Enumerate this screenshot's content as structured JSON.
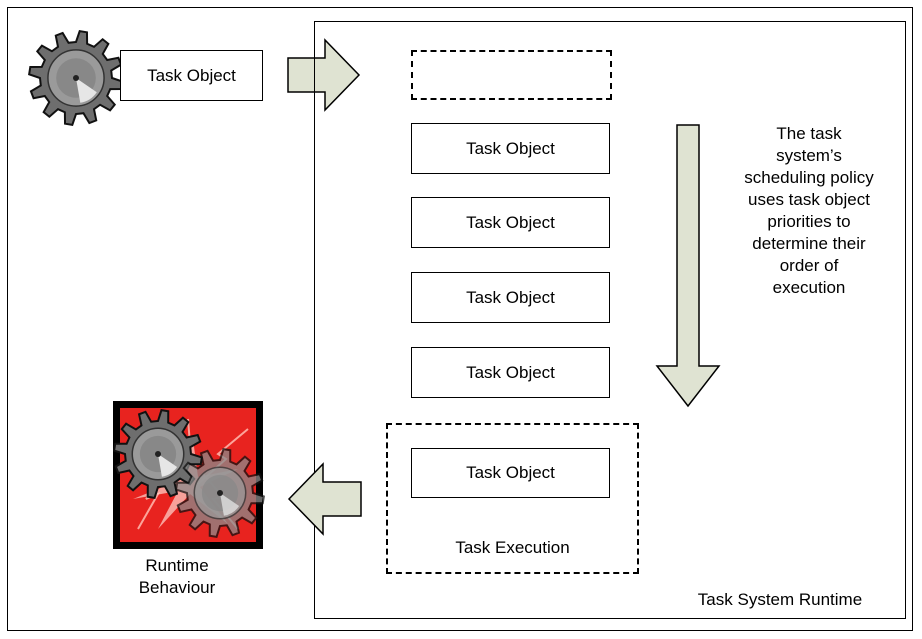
{
  "incoming": {
    "label": "Task Object"
  },
  "runtime": {
    "caption": "Task System Runtime",
    "queue": [
      {
        "label": "Task Object"
      },
      {
        "label": "Task Object"
      },
      {
        "label": "Task Object"
      },
      {
        "label": "Task Object"
      }
    ],
    "policy_note": "The task system’s scheduling policy uses task object priorities to determine their order of execution",
    "execution": {
      "task_label": "Task Object",
      "caption": "Task Execution"
    }
  },
  "output": {
    "caption_line1": "Runtime",
    "caption_line2": "Behaviour"
  },
  "icons": [
    "gear-icon",
    "runtime-behaviour-icon",
    "arrow-right-icon",
    "arrow-down-icon",
    "arrow-left-icon"
  ],
  "colors": {
    "arrow_fill": "#dfe3d2",
    "gear_gray": "#7a7a7a",
    "behaviour_red": "#e8231f"
  }
}
